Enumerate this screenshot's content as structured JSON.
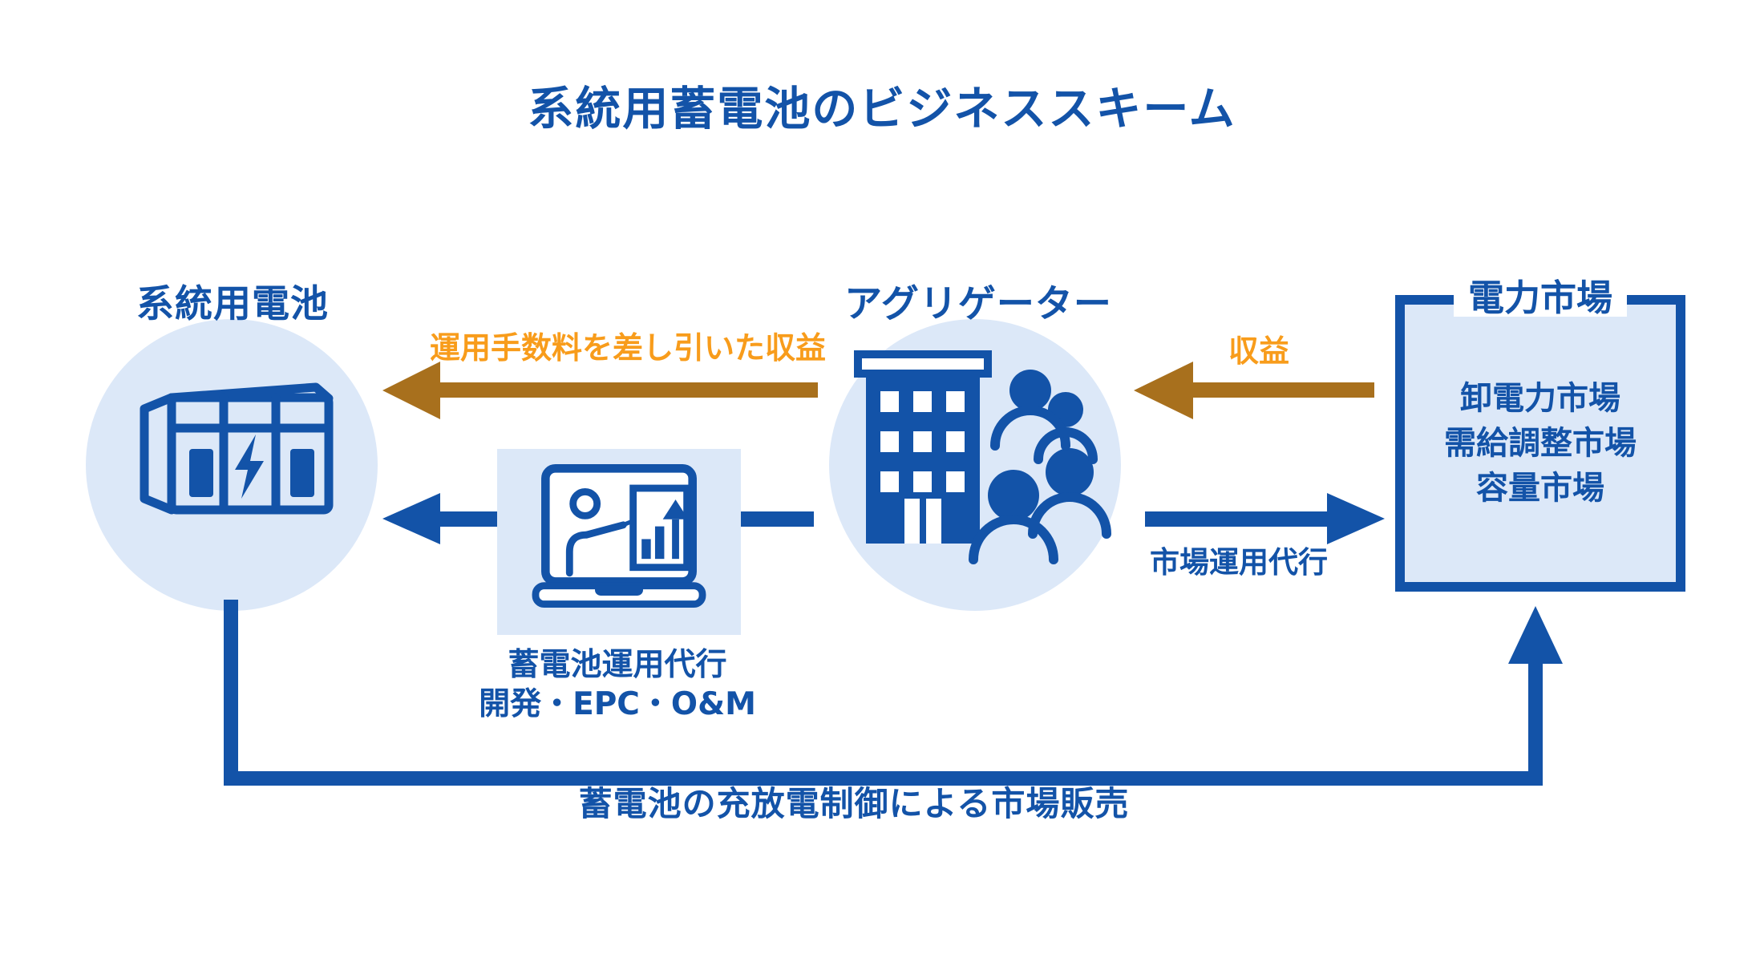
{
  "title": "系統用蓄電池のビジネススキーム",
  "colors": {
    "primary_blue": "#1353A8",
    "light_blue": "#DCE8F8",
    "orange_text": "#F89C1B",
    "brown_arrow": "#A8701D",
    "background": "#FFFFFF"
  },
  "nodes": {
    "battery": {
      "label": "系統用電池",
      "icon": "battery-storage-icon"
    },
    "aggregator": {
      "label": "アグリゲーター",
      "icon": "building-people-icon"
    },
    "market": {
      "label": "電力市場",
      "items": [
        "卸電力市場",
        "需給調整市場",
        "容量市場"
      ]
    }
  },
  "flows": {
    "revenue_to_battery": {
      "label": "運用手数料を差し引いた収益",
      "color": "orange"
    },
    "revenue_to_aggregator": {
      "label": "収益",
      "color": "orange"
    },
    "battery_operation": {
      "line1": "蓄電池運用代行",
      "line2": "開発・EPC・O&M",
      "icon": "laptop-presentation-icon"
    },
    "market_operation": {
      "label": "市場運用代行",
      "color": "blue"
    },
    "market_sales": {
      "label": "蓄電池の充放電制御による市場販売",
      "color": "blue"
    }
  }
}
